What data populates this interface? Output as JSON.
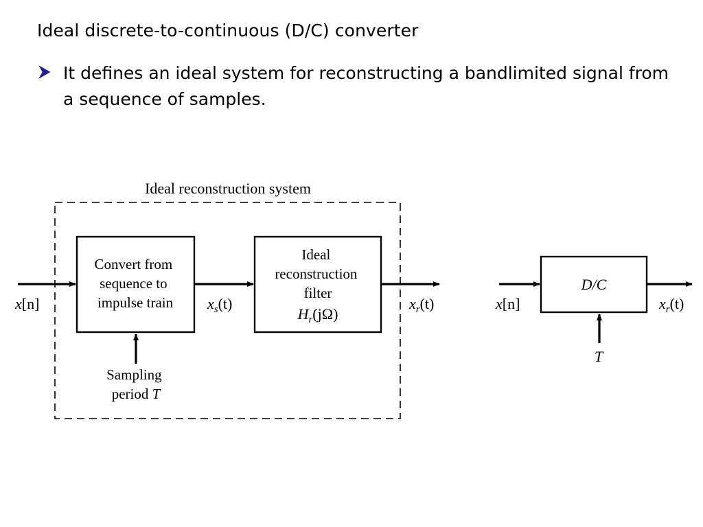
{
  "slide": {
    "title": "Ideal discrete-to-continuous (D/C) converter",
    "bullet": {
      "icon": "arrowhead-bullet-icon",
      "text": "It defines an ideal system for reconstructing a bandlimited signal from a sequence of samples."
    },
    "colors": {
      "bullet": "#1f1f8f",
      "ink": "#000000"
    }
  },
  "diagram": {
    "system_label": "Ideal reconstruction system",
    "block1": {
      "lines": [
        "Convert from",
        "sequence to",
        "impulse train"
      ]
    },
    "block2": {
      "lines": [
        "Ideal",
        "reconstruction",
        "filter"
      ],
      "transfer": {
        "base": "H",
        "sub": "r",
        "arg": "(jΩ)"
      }
    },
    "input": {
      "var": "x",
      "arg": "[n]"
    },
    "mid_signal": {
      "var": "x",
      "sub": "s",
      "arg": "(t)"
    },
    "output": {
      "var": "x",
      "sub": "r",
      "arg": "(t)"
    },
    "sampling": {
      "line1": "Sampling",
      "line2": "period ",
      "symbol": "T"
    },
    "dc": {
      "block_label": "D/C",
      "input": {
        "var": "x",
        "arg": "[n]"
      },
      "output": {
        "var": "x",
        "sub": "r",
        "arg": "(t)"
      },
      "period": "T"
    }
  }
}
